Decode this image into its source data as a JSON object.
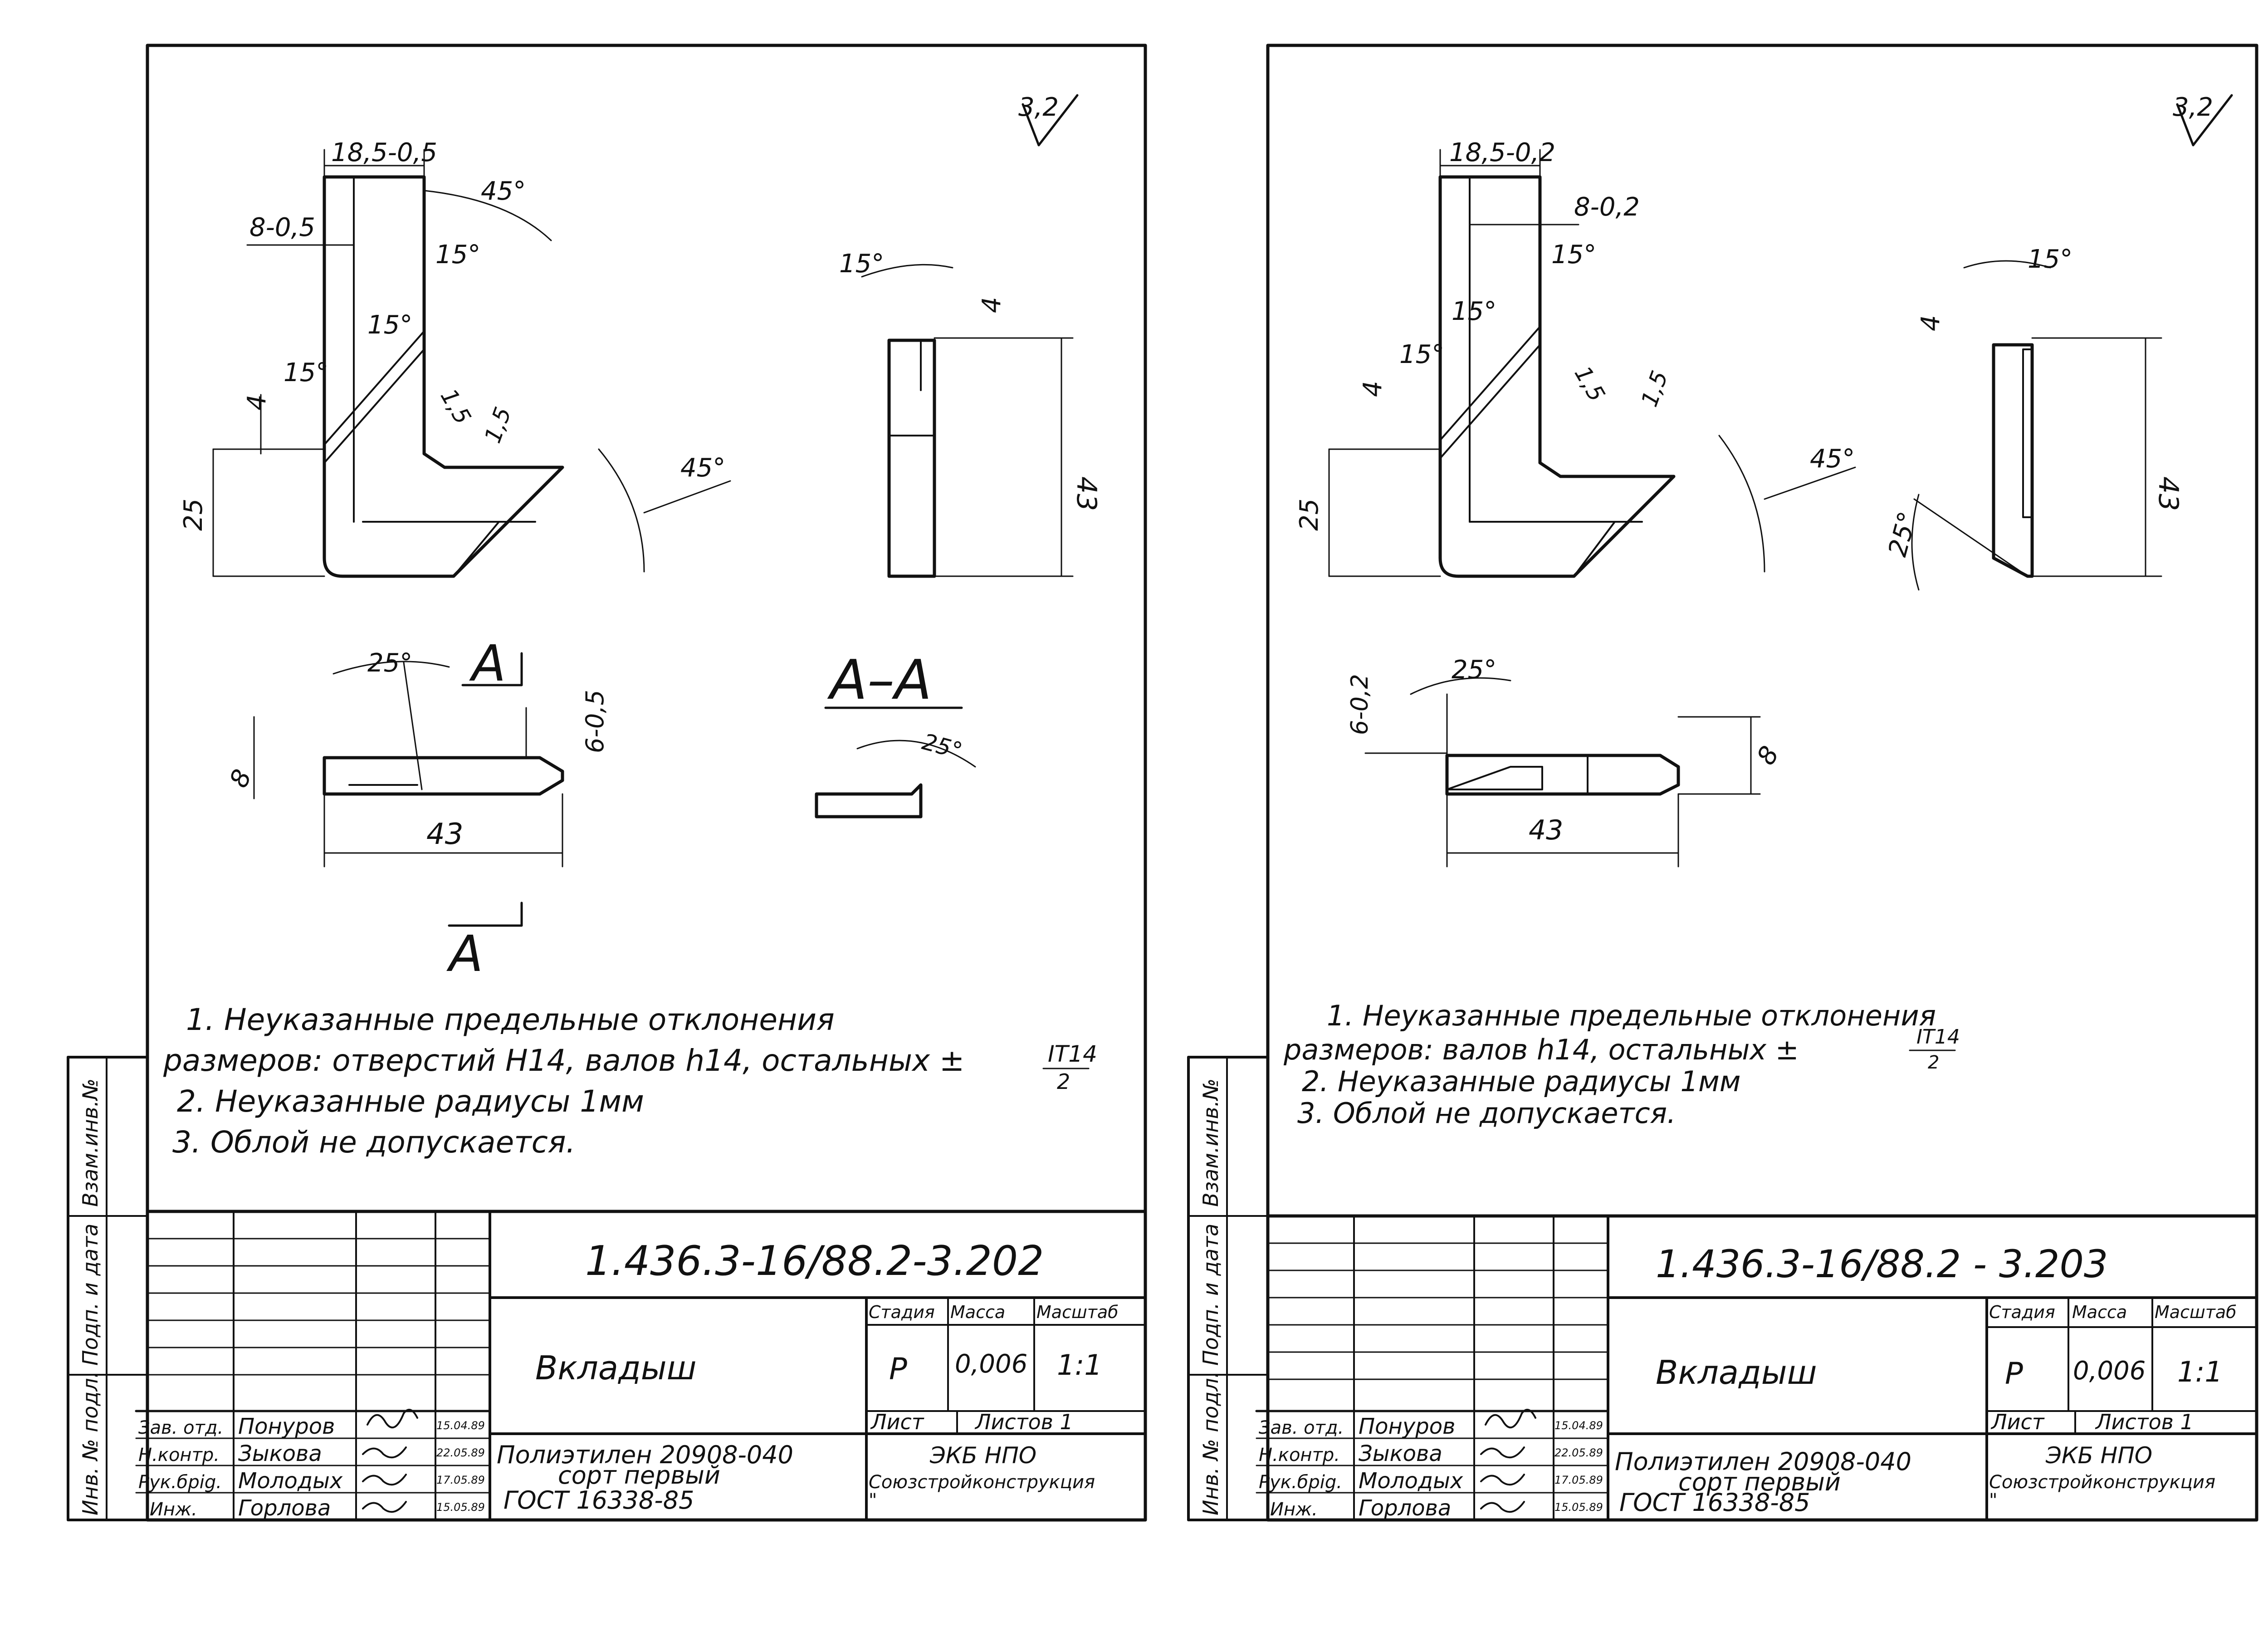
{
  "sheets": [
    {
      "roughness": "3,2",
      "dims": {
        "d185": "18,5-0,5",
        "d8": "8-0,5",
        "a45top": "45°",
        "a15a": "15°",
        "a15b": "15°",
        "a15c": "15°",
        "a15side": "15°",
        "d4": "4",
        "d15": "1,5",
        "d15b": "1,5",
        "d25": "25",
        "a45": "45°",
        "d4side": "4",
        "d43side": "43",
        "a25": "25°",
        "sectA": "A",
        "d605": "6-0,5",
        "d8b": "8",
        "d43": "43",
        "sectA2": "A",
        "sectAA": "A–A",
        "a25aa": "25°"
      },
      "notes": [
        "1. Неуказанные предельные отклонения",
        "размеров: отверстий H14, валов h14, остальных ±",
        "2. Неуказанные радиусы 1мм",
        "3. Облой не допускается."
      ],
      "tolerance": {
        "num": "IT14",
        "den": "2"
      },
      "side_labels": [
        "Инв. № подл.",
        "Подп. и дата",
        "Взам.инв.№"
      ],
      "title_block": {
        "designation": "1.436.3-16/88.2-3.202",
        "name": "Вкладыш",
        "stage_label": "Стадия",
        "mass_label": "Масса",
        "scale_label": "Масштаб",
        "stage": "Р",
        "mass": "0,006",
        "scale": "1:1",
        "sheet_label": "Лист",
        "sheets_label": "Листов 1",
        "material": [
          "Полиэтилен 20908-040",
          "сорт первый",
          "ГОСТ 16338-85"
        ],
        "org": [
          "ЭКБ НПО",
          "Союзстройконструкция",
          "\""
        ],
        "people": [
          {
            "role": "Зав. отд.",
            "name": "Понуров",
            "date": "15.04.89"
          },
          {
            "role": "Н.контр.",
            "name": "Зыкова",
            "date": "22.05.89"
          },
          {
            "role": "Рук.брig.",
            "name": "Молодых",
            "date": "17.05.89"
          },
          {
            "role": "Инж.",
            "name": "Горлова",
            "date": "15.05.89"
          }
        ]
      }
    },
    {
      "roughness": "3,2",
      "dims": {
        "d185": "18,5-0,2",
        "d8": "8-0,2",
        "a15a": "15°",
        "a15b": "15°",
        "a15c": "15°",
        "a15side": "15°",
        "d4": "4",
        "d15": "1,5",
        "d15b": "1,5",
        "d25": "25",
        "a45": "45°",
        "d4side": "4",
        "d43side": "43",
        "a25side": "25°",
        "a25": "25°",
        "d602": "6-0,2",
        "d8b": "8",
        "d43": "43"
      },
      "notes": [
        "1. Неуказанные предельные отклонения",
        "размеров: валов h14, остальных ±",
        "2. Неуказанные радиусы 1мм",
        "3. Облой не допускается."
      ],
      "tolerance": {
        "num": "IT14",
        "den": "2"
      },
      "side_labels": [
        "Инв. № подл.",
        "Подп. и дата",
        "Взам.инв.№"
      ],
      "title_block": {
        "designation": "1.436.3-16/88.2 - 3.203",
        "name": "Вкладыш",
        "stage_label": "Стадия",
        "mass_label": "Масса",
        "scale_label": "Масштаб",
        "stage": "Р",
        "mass": "0,006",
        "scale": "1:1",
        "sheet_label": "Лист",
        "sheets_label": "Листов 1",
        "material": [
          "Полиэтилен 20908-040",
          "сорт первый",
          "ГОСТ 16338-85"
        ],
        "org": [
          "ЭКБ НПО",
          "Союзстройконструкция",
          "\""
        ],
        "people": [
          {
            "role": "Зав. отд.",
            "name": "Понуров",
            "date": "15.04.89"
          },
          {
            "role": "Н.контр.",
            "name": "Зыкова",
            "date": "22.05.89"
          },
          {
            "role": "Рук.брig.",
            "name": "Молодых",
            "date": "17.05.89"
          },
          {
            "role": "Инж.",
            "name": "Горлова",
            "date": "15.05.89"
          }
        ]
      }
    }
  ]
}
